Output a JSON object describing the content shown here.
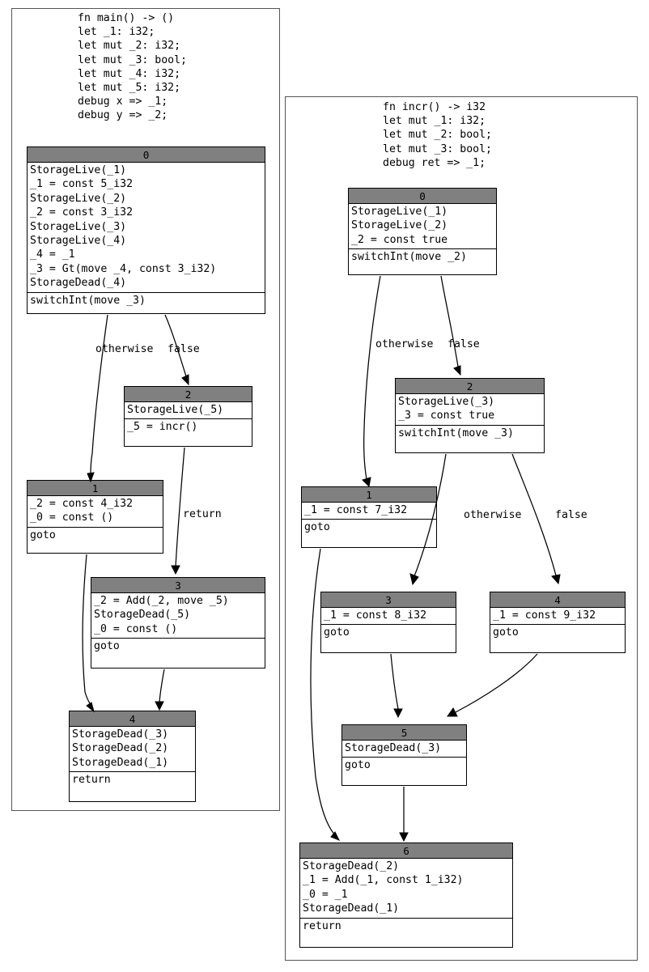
{
  "graphs": [
    {
      "id": "main",
      "header": "fn main() -> ()\nlet _1: i32;\nlet mut _2: i32;\nlet mut _3: bool;\nlet mut _4: i32;\nlet mut _5: i32;\ndebug x => _1;\ndebug y => _2;",
      "blocks": [
        {
          "id": "0",
          "label": "0",
          "statements": "StorageLive(_1)\n_1 = const 5_i32\nStorageLive(_2)\n_2 = const 3_i32\nStorageLive(_3)\nStorageLive(_4)\n_4 = _1\n_3 = Gt(move _4, const 3_i32)\nStorageDead(_4)",
          "terminator": "switchInt(move _3)"
        },
        {
          "id": "2",
          "label": "2",
          "statements": "StorageLive(_5)",
          "terminator": "_5 = incr()"
        },
        {
          "id": "1",
          "label": "1",
          "statements": "_2 = const 4_i32\n_0 = const ()",
          "terminator": "goto"
        },
        {
          "id": "3",
          "label": "3",
          "statements": "_2 = Add(_2, move _5)\nStorageDead(_5)\n_0 = const ()",
          "terminator": "goto"
        },
        {
          "id": "4",
          "label": "4",
          "statements": "StorageDead(_3)\nStorageDead(_2)\nStorageDead(_1)",
          "terminator": "return"
        }
      ],
      "edge_labels": [
        "otherwise",
        "false",
        "return"
      ]
    },
    {
      "id": "incr",
      "header": "fn incr() -> i32\nlet mut _1: i32;\nlet mut _2: bool;\nlet mut _3: bool;\ndebug ret => _1;",
      "blocks": [
        {
          "id": "0",
          "label": "0",
          "statements": "StorageLive(_1)\nStorageLive(_2)\n_2 = const true",
          "terminator": "switchInt(move _2)"
        },
        {
          "id": "2",
          "label": "2",
          "statements": "StorageLive(_3)\n_3 = const true",
          "terminator": "switchInt(move _3)"
        },
        {
          "id": "1",
          "label": "1",
          "statements": "_1 = const 7_i32",
          "terminator": "goto"
        },
        {
          "id": "3",
          "label": "3",
          "statements": "_1 = const 8_i32",
          "terminator": "goto"
        },
        {
          "id": "4",
          "label": "4",
          "statements": "_1 = const 9_i32",
          "terminator": "goto"
        },
        {
          "id": "5",
          "label": "5",
          "statements": "StorageDead(_3)",
          "terminator": "goto"
        },
        {
          "id": "6",
          "label": "6",
          "statements": "StorageDead(_2)\n_1 = Add(_1, const 1_i32)\n_0 = _1\nStorageDead(_1)",
          "terminator": "return"
        }
      ],
      "edge_labels": [
        "otherwise",
        "false",
        "otherwise",
        "false"
      ]
    }
  ],
  "edge_label_text": {
    "main_otherwise": "otherwise",
    "main_false": "false",
    "main_return": "return",
    "incr_otherwise_1": "otherwise",
    "incr_false_1": "false",
    "incr_otherwise_2": "otherwise",
    "incr_false_2": "false"
  },
  "colors": {
    "block_header_fill": "#808080",
    "block_border": "#000000",
    "cluster_border": "#555555",
    "background": "#ffffff",
    "text": "#000000"
  }
}
